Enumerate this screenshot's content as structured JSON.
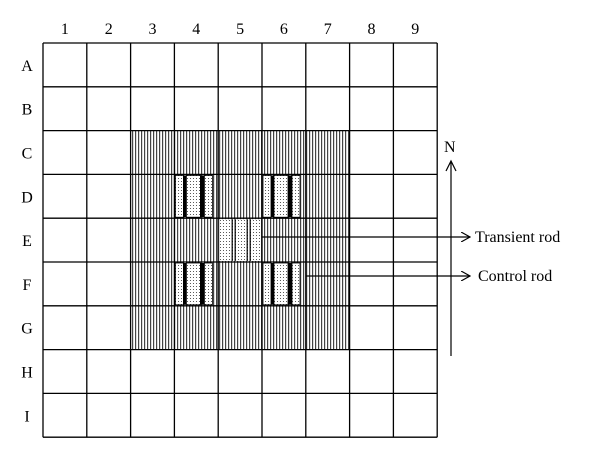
{
  "grid": {
    "columns": [
      "1",
      "2",
      "3",
      "4",
      "5",
      "6",
      "7",
      "8",
      "9"
    ],
    "rows": [
      "A",
      "B",
      "C",
      "D",
      "E",
      "F",
      "G",
      "H",
      "I"
    ]
  },
  "legend": {
    "transient_rod": "Transient rod",
    "control_rod": "Control rod"
  },
  "compass": {
    "north": "N"
  },
  "colors": {
    "line": "#000000",
    "hatch": "#555555",
    "dot": "#444444",
    "background": "#ffffff"
  }
}
